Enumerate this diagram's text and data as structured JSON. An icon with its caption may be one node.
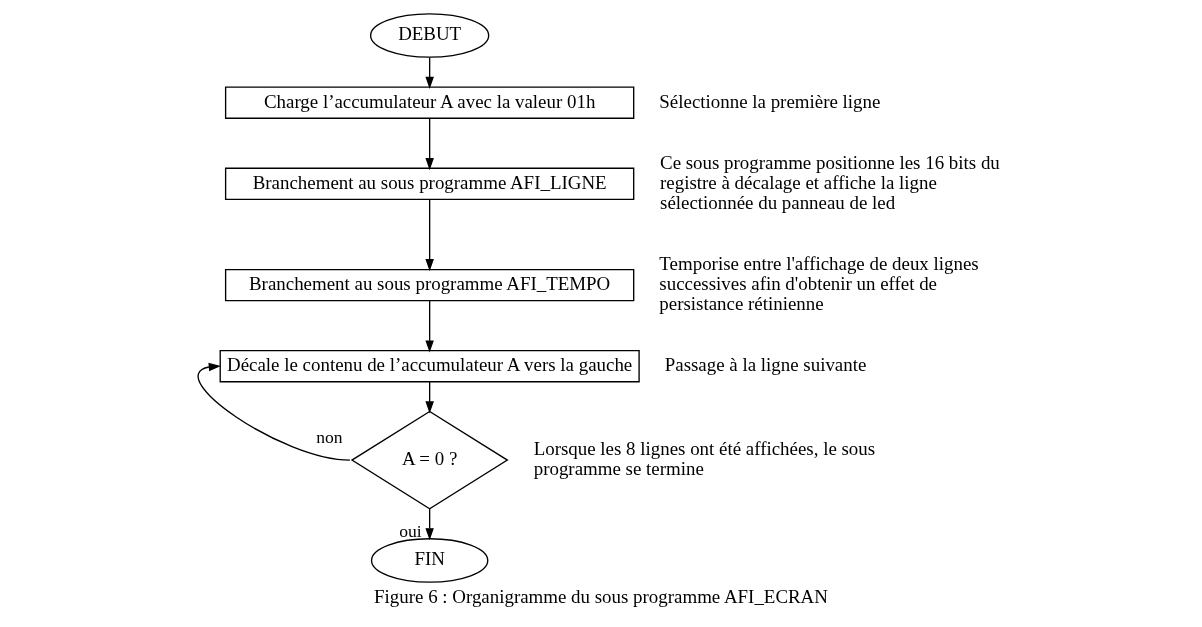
{
  "diagram": {
    "caption": "Figure 6 : Organigramme du sous programme AFI_ECRAN",
    "nodes": [
      {
        "text": [
          "DEBUT"
        ]
      },
      {
        "text": [
          "Charge l’accumulateur A avec la valeur 01h"
        ],
        "beside": [
          "Sélectionne la première ligne"
        ]
      },
      {
        "text": [
          "Branchement au sous programme AFI_LIGNE"
        ],
        "beside": [
          "Ce sous programme positionne les 16 bits du registre à décalage et affiche la ligne sélectionnée du panneau de led"
        ]
      },
      {
        "text": [
          "Branchement au sous programme AFI_TEMPO"
        ],
        "beside": [
          "Temporise entre l'affichage de deux lignes successives afin d'obtenir un effet de persistance rétinienne"
        ]
      },
      {
        "text": [
          "Décale le contenu de l’accumulateur A vers la gauche"
        ],
        "beside": [
          "Passage à la ligne suivante"
        ]
      },
      {
        "text": [
          "A = 0 ?"
        ],
        "beside": [
          "Lorsque les 8 lignes ont été affichées, le sous programme se termine"
        ]
      },
      {
        "text": [
          "FIN"
        ]
      }
    ],
    "edges": [
      {
        "from": 0,
        "to": 1,
        "arrow": "to"
      },
      {
        "from": 1,
        "to": 2,
        "arrow": "to"
      },
      {
        "from": 2,
        "to": 3,
        "arrow": "to"
      },
      {
        "from": 3,
        "to": 4,
        "arrow": "to"
      },
      {
        "from": 4,
        "to": 5,
        "arrow": "to"
      },
      {
        "from": 5,
        "to": 4,
        "arrow": "to",
        "label": "non"
      },
      {
        "from": 5,
        "to": 6,
        "arrow": "to",
        "label": "oui"
      }
    ]
  }
}
